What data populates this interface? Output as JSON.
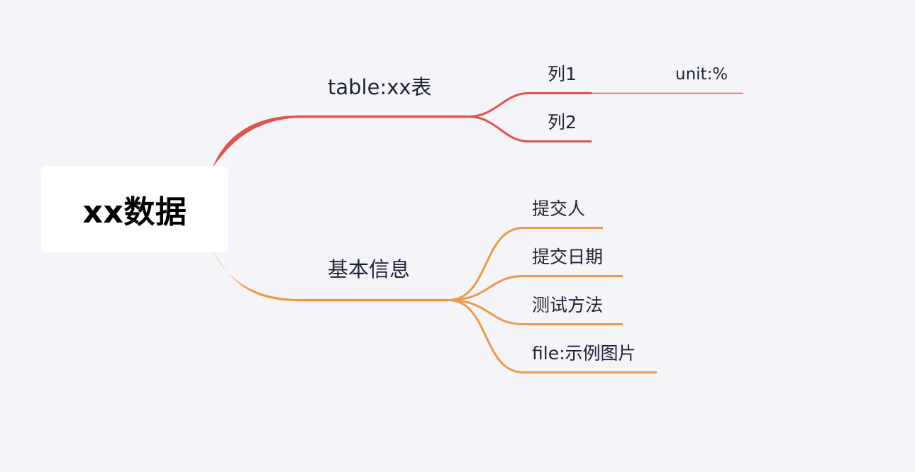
{
  "mindmap": {
    "root": {
      "label": "xx数据"
    },
    "branches": [
      {
        "label": "table:xx表",
        "color": "#e0544a",
        "children": [
          {
            "label": "列1",
            "note": "unit:%"
          },
          {
            "label": "列2"
          }
        ]
      },
      {
        "label": "基本信息",
        "color": "#ec9a4a",
        "children": [
          {
            "label": "提交人"
          },
          {
            "label": "提交日期"
          },
          {
            "label": "测试方法"
          },
          {
            "label": "file:示例图片"
          }
        ]
      }
    ]
  },
  "colors": {
    "background": "#f5f4f9",
    "root_box": "#ffffff",
    "text": "#1c2336"
  }
}
